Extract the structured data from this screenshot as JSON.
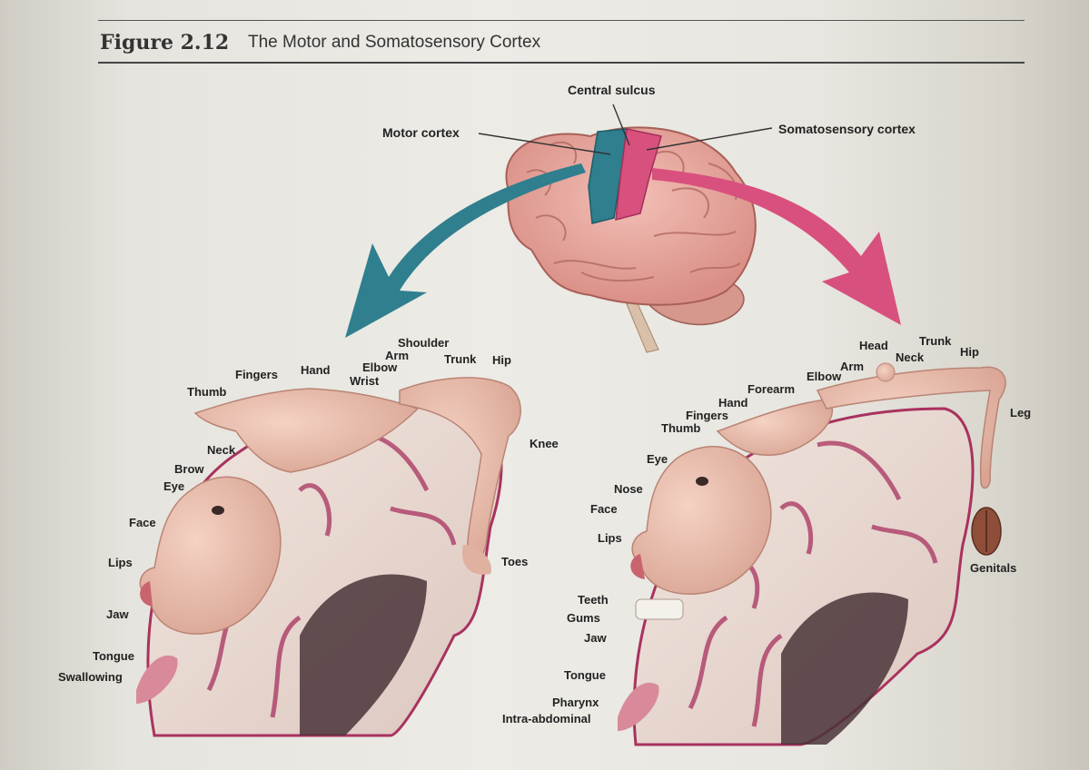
{
  "figure": {
    "number": "Figure 2.12",
    "title": "The Motor and Somatosensory Cortex"
  },
  "brain_labels": {
    "central_sulcus": "Central sulcus",
    "motor_cortex": "Motor cortex",
    "somatosensory_cortex": "Somatosensory cortex"
  },
  "motor_labels": [
    "Shoulder",
    "Arm",
    "Elbow",
    "Trunk",
    "Hip",
    "Wrist",
    "Hand",
    "Fingers",
    "Thumb",
    "Knee",
    "Neck",
    "Brow",
    "Eye",
    "Face",
    "Toes",
    "Lips",
    "Jaw",
    "Tongue",
    "Swallowing"
  ],
  "sensory_labels": [
    "Trunk",
    "Head",
    "Neck",
    "Hip",
    "Arm",
    "Elbow",
    "Forearm",
    "Hand",
    "Fingers",
    "Thumb",
    "Leg",
    "Eye",
    "Nose",
    "Face",
    "Lips",
    "Genitals",
    "Teeth",
    "Gums",
    "Jaw",
    "Tongue",
    "Pharynx",
    "Intra-abdominal"
  ],
  "colors": {
    "motor": "#2f7f8e",
    "sensory": "#d8507e",
    "brain": "#e9a8a0",
    "cortex_tissue": "#eadbd3",
    "cortex_outline": "#a8325f"
  }
}
